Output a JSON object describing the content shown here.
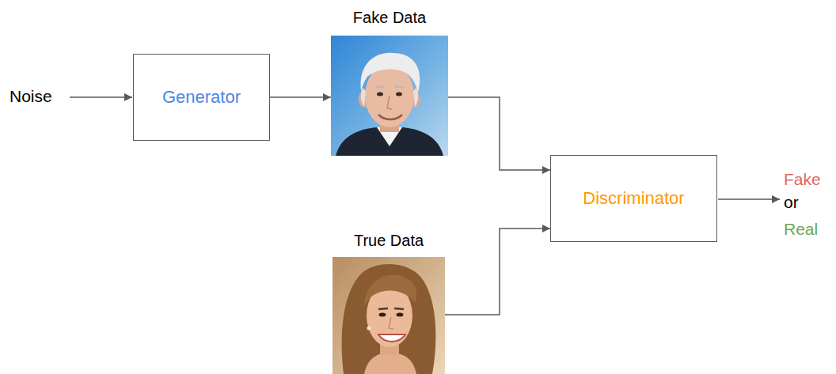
{
  "diagram": {
    "nodes": [
      {
        "text": [
          "Generator"
        ]
      },
      {
        "text": [
          "Fake Data"
        ]
      },
      {
        "text": [
          "True Data"
        ]
      },
      {
        "text": [
          "Discriminator"
        ]
      }
    ],
    "edges": [
      {
        "from": 0,
        "to": 1,
        "arrow": "to"
      },
      {
        "from": 1,
        "to": 3,
        "arrow": "to"
      },
      {
        "from": 2,
        "to": 3,
        "arrow": "to"
      }
    ],
    "labels": [
      "Noise",
      "Fake",
      "or",
      "Real"
    ]
  }
}
